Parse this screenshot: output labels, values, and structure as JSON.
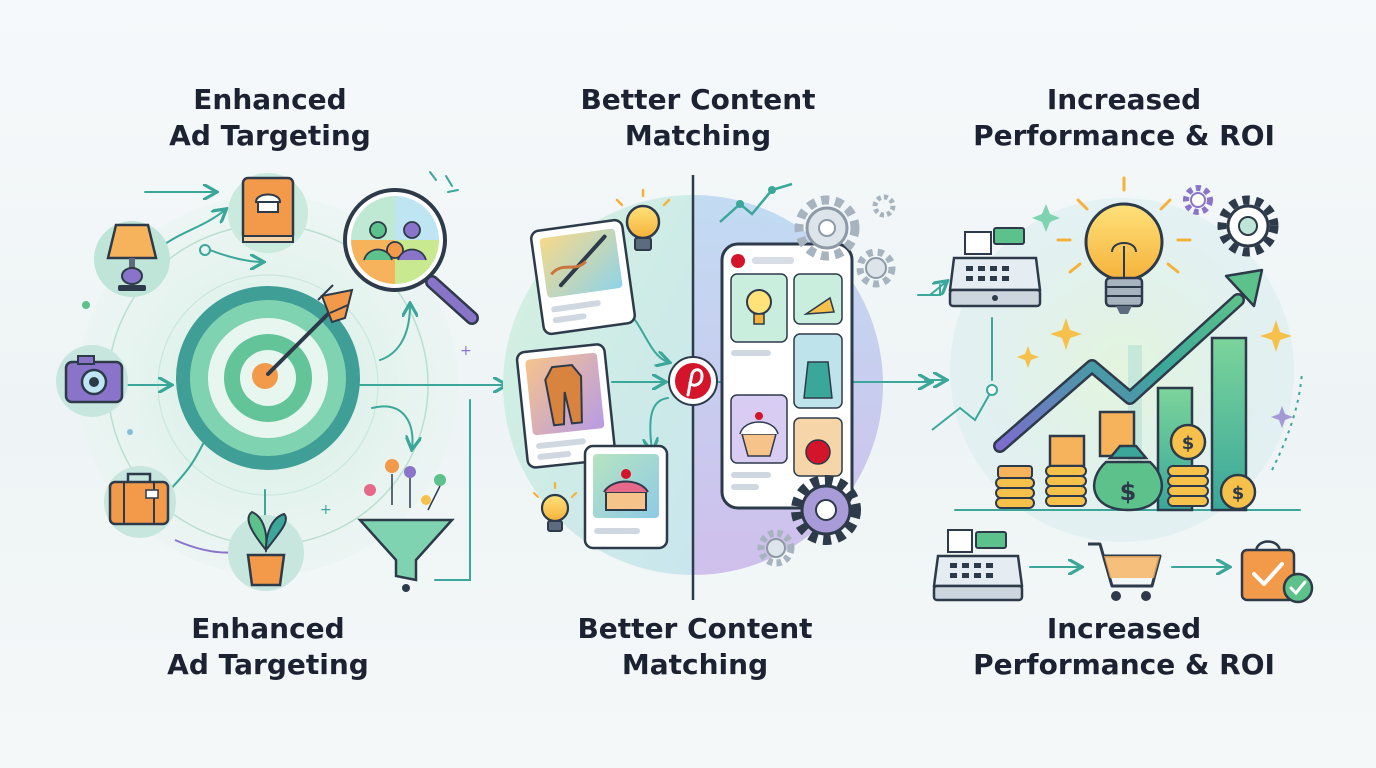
{
  "panels": [
    {
      "id": "ad-targeting",
      "title_top": [
        "Enhanced",
        "Ad Targeting"
      ],
      "title_bottom": [
        "Enhanced",
        "Ad Targeting"
      ],
      "icons": [
        "lamp-icon",
        "cookbook-icon",
        "camera-icon",
        "suitcase-icon",
        "plant-icon",
        "audience-magnifier-icon",
        "target-arrow-icon",
        "funnel-icon"
      ]
    },
    {
      "id": "content-matching",
      "title_top": [
        "Better Content",
        "Matching"
      ],
      "title_bottom": [
        "Better Content",
        "Matching"
      ],
      "icons": [
        "art-pin-icon",
        "fashion-pin-icon",
        "cake-pin-icon",
        "pinterest-logo-icon",
        "phone-feed-icon",
        "lightbulb-icon",
        "gear-icon"
      ]
    },
    {
      "id": "performance-roi",
      "title_top": [
        "Increased",
        "Performance & ROI"
      ],
      "title_bottom": [
        "Increased",
        "Performance & ROI"
      ],
      "icons": [
        "cash-register-icon",
        "lightbulb-icon",
        "growth-chart-icon",
        "coin-stack-icon",
        "money-bag-icon",
        "shopping-cart-icon",
        "shopping-bag-check-icon",
        "gear-icon"
      ]
    }
  ],
  "colors": {
    "title": "#1d2233",
    "teal": "#3aa79a",
    "green": "#5cc18a",
    "purple": "#8a74c9",
    "orange": "#f39a4a",
    "gold": "#f5c14a",
    "pinterest": "#d3142a"
  }
}
